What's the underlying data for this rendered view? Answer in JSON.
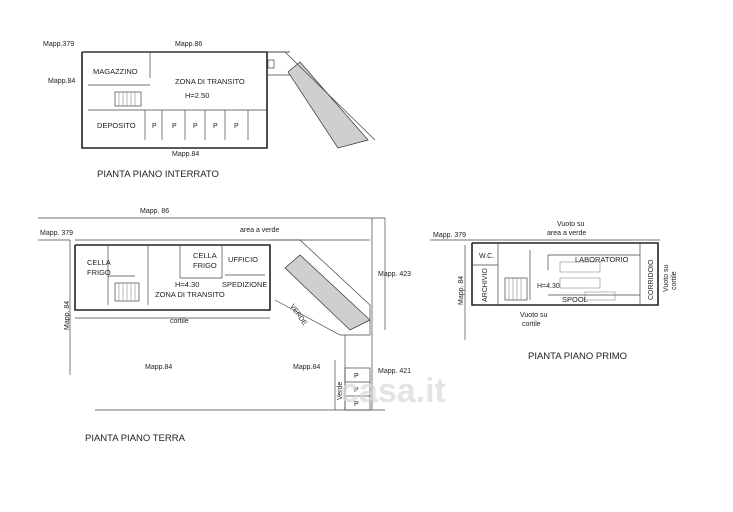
{
  "basement": {
    "title": "PIANTA PIANO INTERRATO",
    "mapp_379": "Mapp.379",
    "mapp_86": "Mapp.86",
    "mapp_84_left": "Mapp.84",
    "mapp_84_bottom": "Mapp.84",
    "magazzino": "MAGAZZINO",
    "zona_transito": "ZONA DI TRANSITO",
    "height": "H=2.50",
    "deposito": "DEPOSITO",
    "parking": [
      "P",
      "P",
      "P",
      "P",
      "P"
    ]
  },
  "ground": {
    "title": "PIANTA PIANO TERRA",
    "mapp_86": "Mapp. 86",
    "area_verde": "area a verde",
    "mapp_379": "Mapp. 379",
    "cella_frigo_1": [
      "CELLA",
      "FRIGO"
    ],
    "cella_frigo_2": [
      "CELLA",
      "FRIGO"
    ],
    "ufficio": "UFFICIO",
    "height": "H=4.30",
    "zona_transito": "ZONA DI TRANSITO",
    "spedizione": "SPEDIZIONE",
    "mapp_423": "Mapp. 423",
    "verde_ramp": "VERDE",
    "mapp_84_side": "Mapp. 84",
    "cortile": "cortile",
    "mapp_84_bottom": "Mapp.84",
    "mapp_84_small": "Mapp.84",
    "mapp_421": "Mapp. 421",
    "verde_strip": "Verde",
    "parking": [
      "P",
      "P",
      "P"
    ]
  },
  "first": {
    "title": "PIANTA PIANO PRIMO",
    "vuoto_area_verde": [
      "Vuoto su",
      "area a verde"
    ],
    "mapp_379": "Mapp. 379",
    "wc": "W.C.",
    "laboratorio": "LABORATORIO",
    "mapp_84": "Mapp. 84",
    "archivio": "ARCHIVIO",
    "height": "H=4.30",
    "spool": "SPOOL",
    "vuoto_cortile_bottom": [
      "Vuoto su",
      "cortile"
    ],
    "vuoto_cortile_side": [
      "Vuoto su",
      "cortile"
    ],
    "corridor": "CORRIDOIO"
  },
  "watermark": "casa.it"
}
